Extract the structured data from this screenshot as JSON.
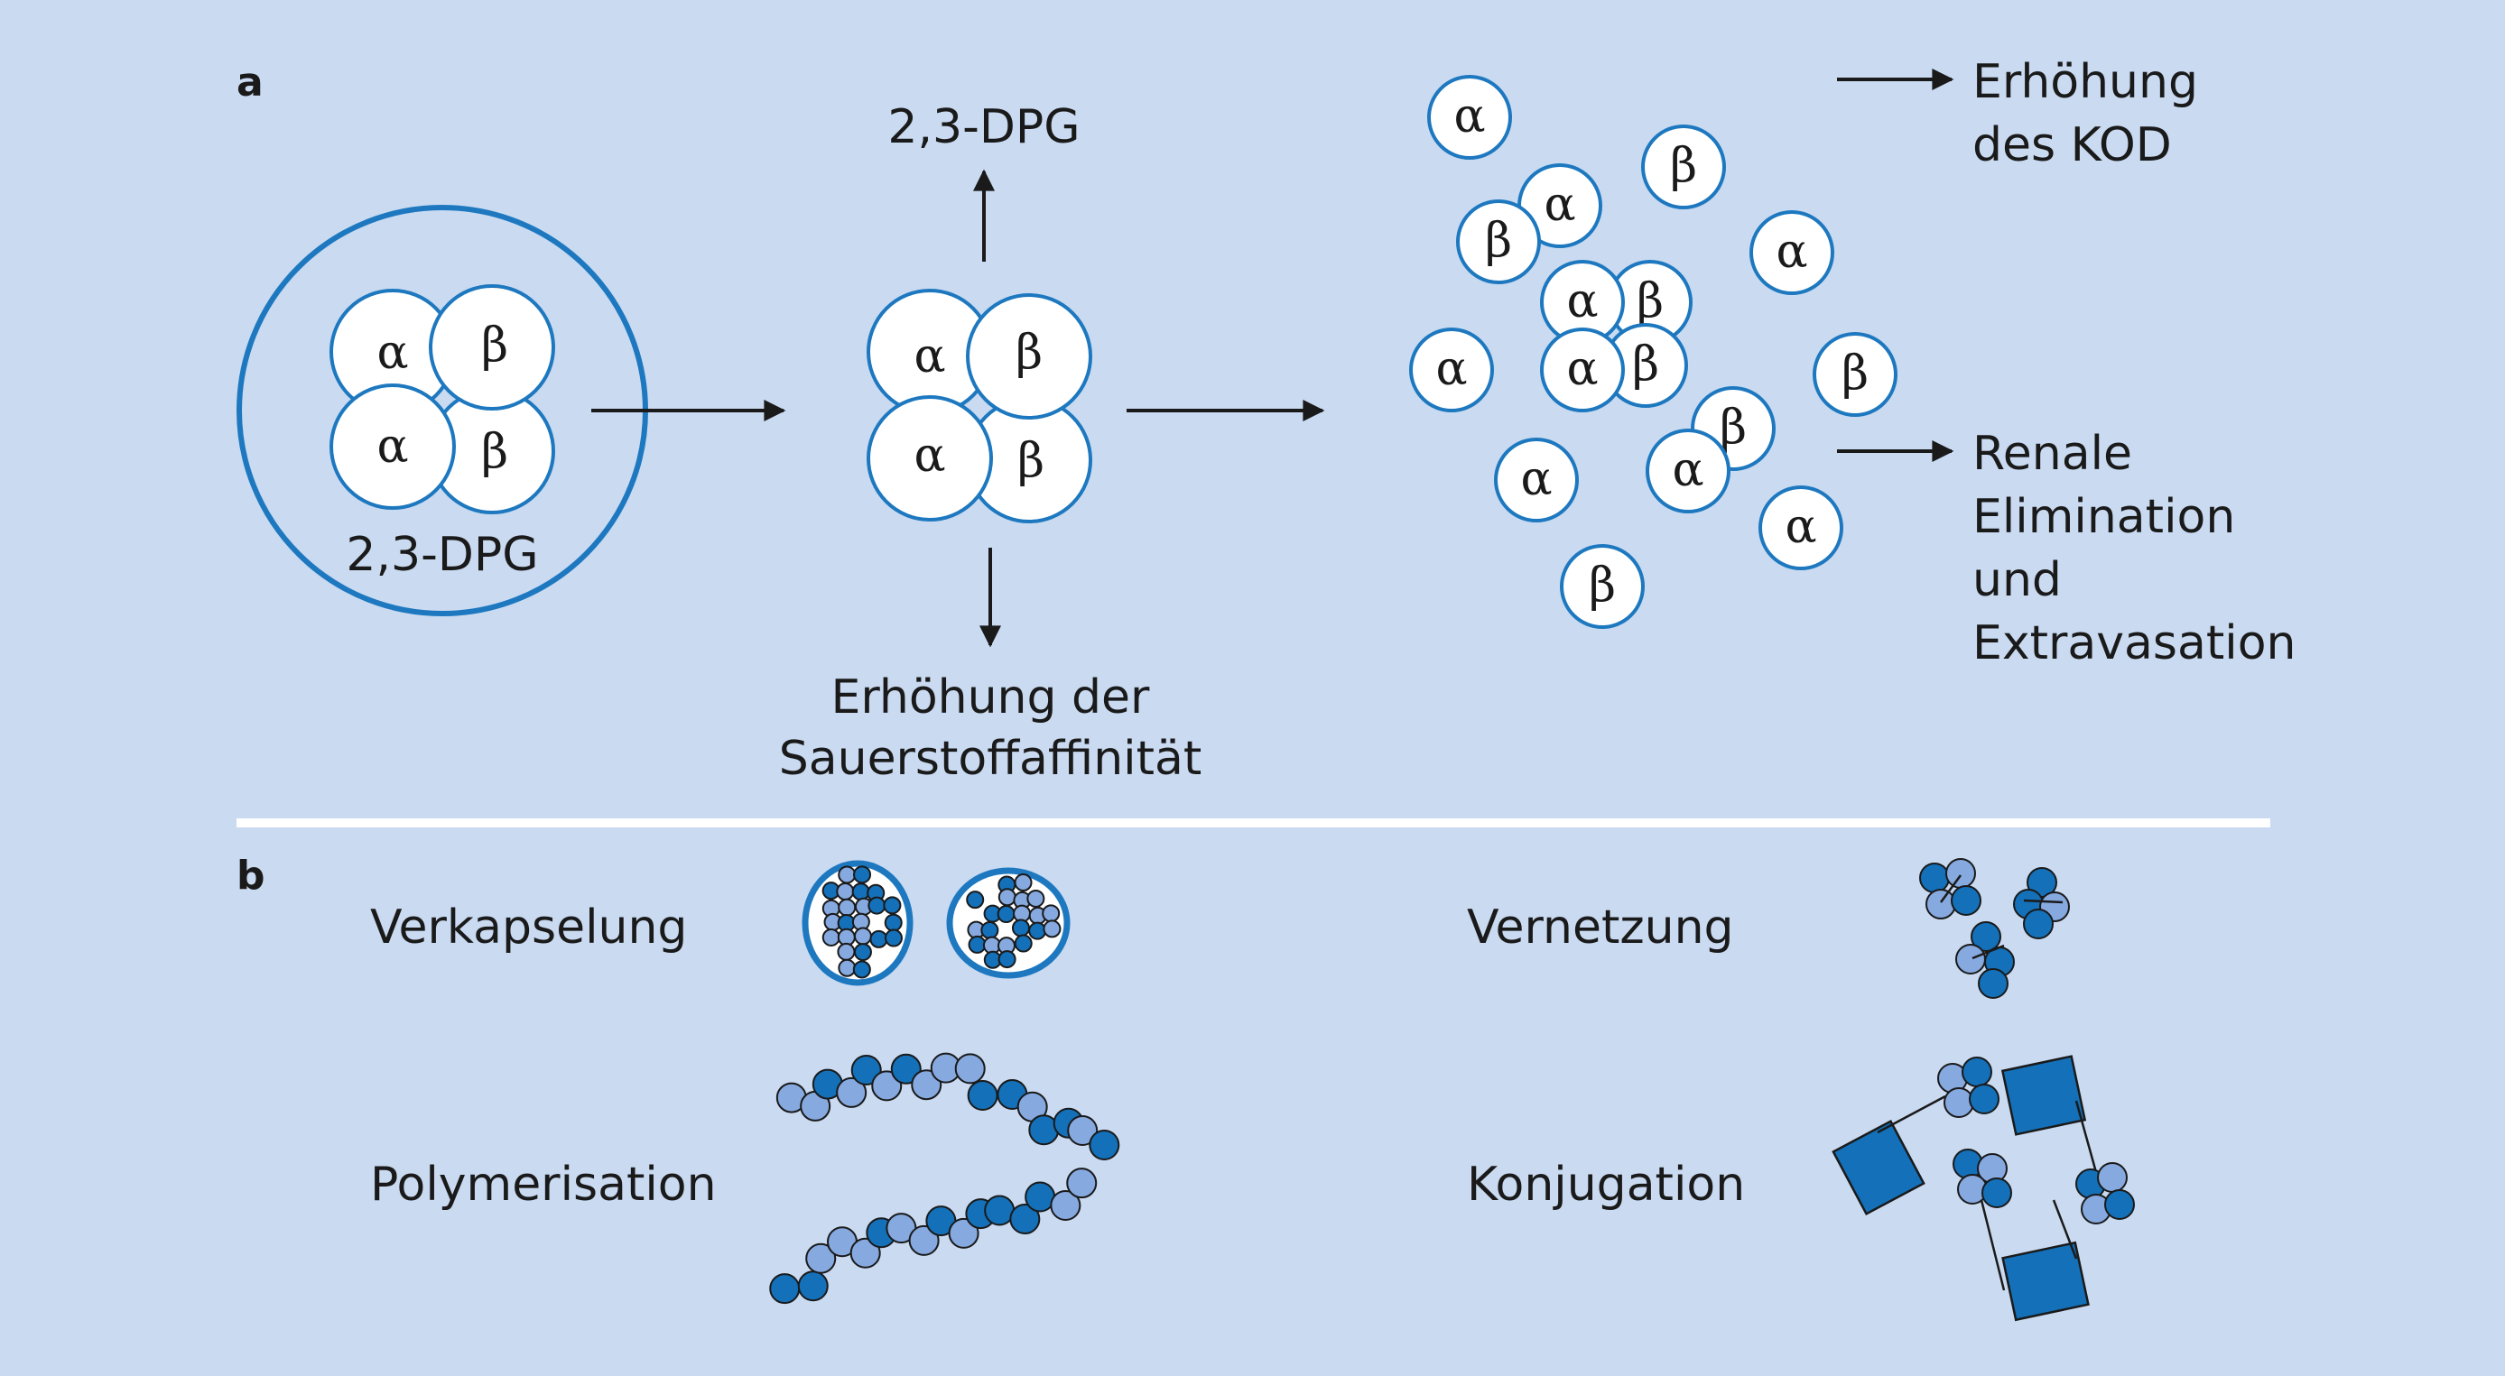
{
  "panels": {
    "a": "a",
    "b": "b"
  },
  "symbols": {
    "alpha": "α",
    "beta": "β"
  },
  "a": {
    "dpg_inside": "2,3-DPG",
    "dpg_released": "2,3-DPG",
    "affinity_line1": "Erhöhung der",
    "affinity_line2": "Sauerstoffaffinität",
    "kod_line1": "Erhöhung",
    "kod_line2": "des KOD",
    "renal_line1": "Renale",
    "renal_line2": "Elimination",
    "renal_line3": "und",
    "renal_line4": "Extravasation"
  },
  "b": {
    "encapsulation": "Verkapselung",
    "crosslinking": "Vernetzung",
    "polymerisation": "Polymerisation",
    "conjugation": "Konjugation"
  },
  "colors": {
    "background": "#c9daf1",
    "outline_blue": "#1d78bf",
    "dark_blue": "#1470b8",
    "light_blue": "#86a9df",
    "divider": "#ffffff"
  }
}
